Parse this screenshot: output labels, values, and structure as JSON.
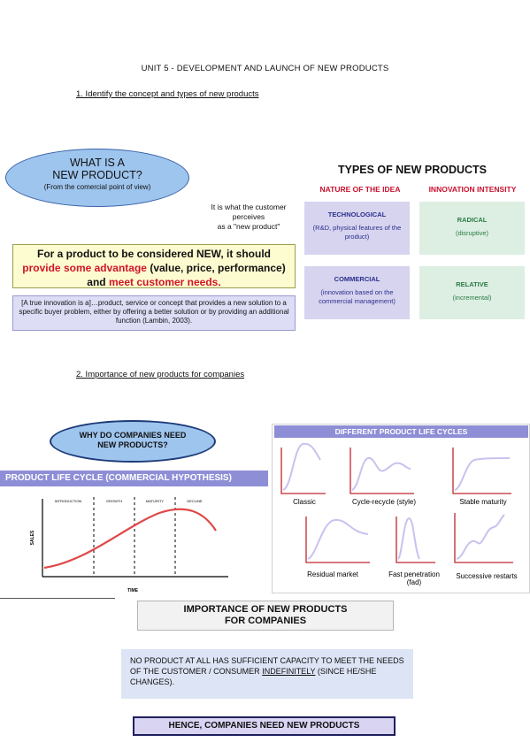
{
  "header": {
    "unit_title": "UNIT 5 - DEVELOPMENT AND LAUNCH OF NEW PRODUCTS",
    "section1": "1. Identify the concept and types of new products",
    "section2": "2. Importance of new products for companies"
  },
  "what_is": {
    "line1": "WHAT IS A",
    "line2": "NEW PRODUCT?",
    "sub": "(From the comercial point of view)",
    "perceives": [
      "It is what the customer",
      "perceives",
      "as a \"new product\""
    ],
    "condition": {
      "part1": "For a product to be considered NEW, it should",
      "part2_red": "provide some advantage",
      "part2_black": " (value, price, performance)",
      "part3_black": "and ",
      "part3_red": "meet customer needs."
    },
    "quote": "[A true innovation is a]…product, service or concept that provides a new solution to a specific buyer problem, either by offering a better solution or by providing an additional function (Lambin, 2003)."
  },
  "types": {
    "title": "TYPES OF NEW PRODUCTS",
    "nature_heading": "NATURE OF THE IDEA",
    "intensity_heading": "INNOVATION INTENSITY",
    "technological": {
      "title": "TECHNOLOGICAL",
      "desc": "(R&D, physical features of the product)"
    },
    "radical": {
      "title": "RADICAL",
      "desc": "(disruptive)"
    },
    "commercial": {
      "title": "COMMERCIAL",
      "desc": "(innovation based on the commercial management)"
    },
    "relative": {
      "title": "RELATIVE",
      "desc": "(incremental)"
    }
  },
  "why": {
    "line1": "WHY DO COMPANIES NEED",
    "line2": "NEW PRODUCTS?"
  },
  "plc": {
    "banner": "PRODUCT LIFE CYCLE (COMMERCIAL HYPOTHESIS)",
    "stages": [
      "INTRODUCTION",
      "GROWTH",
      "MATURITY",
      "DECLINE"
    ],
    "ylabel": "SALES",
    "xlabel": "TIME"
  },
  "cycles": {
    "banner": "DIFFERENT PRODUCT LIFE CYCLES",
    "labels": [
      "Classic",
      "Cycle-recycle (style)",
      "Stable maturity",
      "Residual market",
      "Fast penetration",
      "(fad)",
      "Successive restarts"
    ]
  },
  "importance": {
    "title1": "IMPORTANCE OF NEW PRODUCTS",
    "title2": "FOR COMPANIES",
    "body1": "NO PRODUCT AT ALL HAS SUFFICIENT CAPACITY TO MEET THE NEEDS OF THE CUSTOMER / CONSUMER ",
    "body_underlined": "INDEFINITELY",
    "body2": " (SINCE HE/SHE CHANGES).",
    "hence": "HENCE, COMPANIES NEED NEW PRODUCTS"
  },
  "colors": {
    "ellipse": "#9ec5ee",
    "banner": "#8e8ed6",
    "red": "#d0152a",
    "curve": "#e04848"
  }
}
